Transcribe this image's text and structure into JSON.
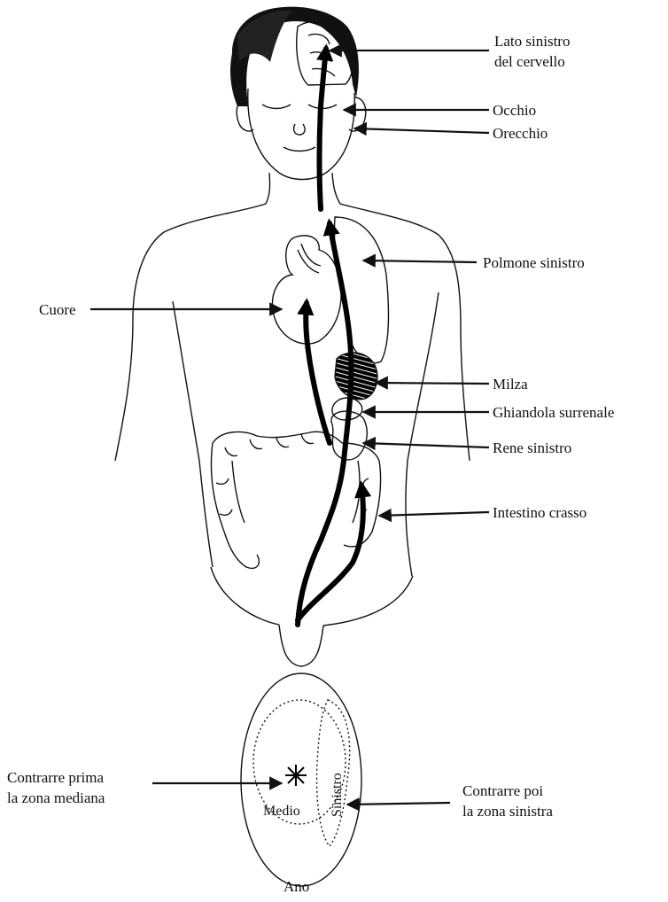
{
  "labels": {
    "brain": [
      "Lato sinistro",
      "del cervello"
    ],
    "eye": "Occhio",
    "ear": "Orecchio",
    "lung": "Polmone sinistro",
    "heart": "Cuore",
    "spleen": "Milza",
    "adrenal": "Ghiandola surrenale",
    "kidney": "Rene sinistro",
    "colon": "Intestino crasso",
    "first": [
      "Contrarre prima",
      "la zona mediana"
    ],
    "then": [
      "Contrarre poi",
      "la zona sinistra"
    ],
    "middle": "Medio",
    "left_zone": "Sinistro",
    "anus": "Ano"
  }
}
